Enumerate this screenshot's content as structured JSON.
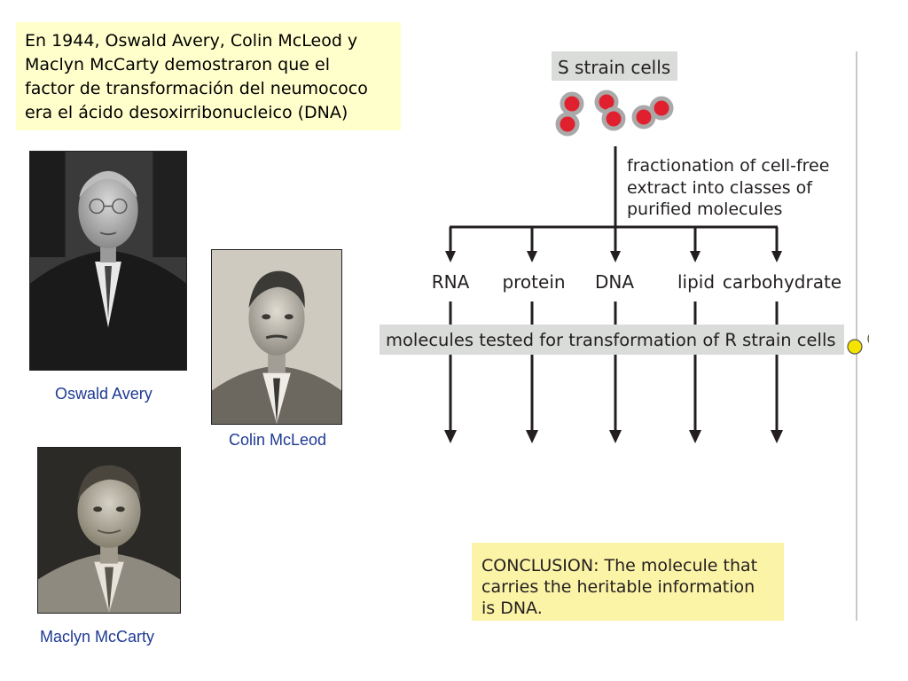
{
  "intro": {
    "lines": [
      "En 1944, Oswald Avery, Colin McLeod y",
      "Maclyn McCarty demostraron que el",
      "factor de transformación del neumococo",
      "era el ácido desoxirribonucleico (DNA)"
    ]
  },
  "people": [
    {
      "name": "Oswald Avery"
    },
    {
      "name": "Colin McLeod"
    },
    {
      "name": "Maclyn McCarty"
    }
  ],
  "diagram": {
    "source_label": "S strain cells",
    "process_lines": [
      "fractionation of cell-free",
      "extract into classes of",
      "purified molecules"
    ],
    "fractions": [
      "RNA",
      "protein",
      "DNA",
      "lipid",
      "carbohydrate"
    ],
    "test_label": "molecules tested for transformation of R strain cells",
    "conclusion_lines": [
      "CONCLUSION: The molecule that",
      "carries the heritable information",
      "is DNA."
    ]
  },
  "colors": {
    "intro_bg": "#ffffcc",
    "s_cell": "#e0202e",
    "r_cell": "#f5e400",
    "test_band": "#d9dcd9",
    "conclusion_bg": "#fbf3a6",
    "caption": "#1f3a93"
  }
}
